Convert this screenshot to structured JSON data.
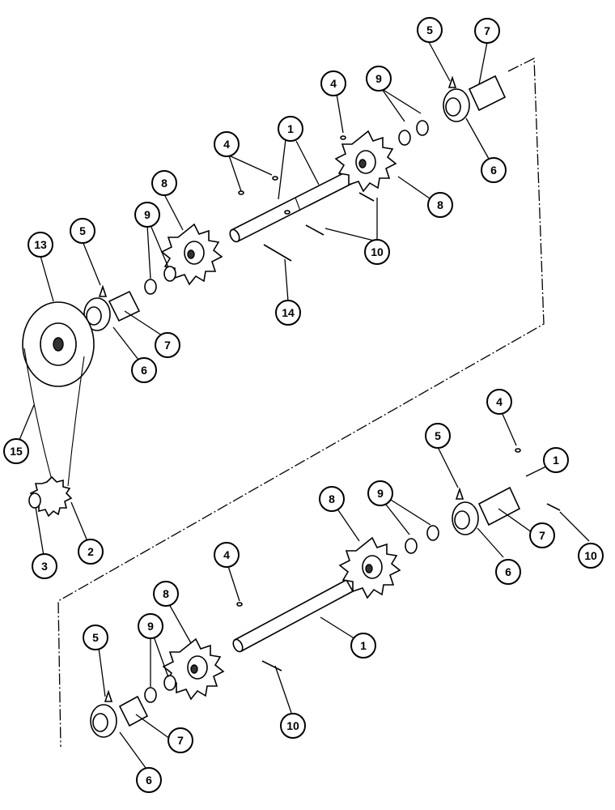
{
  "callouts": {
    "c1a": "1",
    "c1b": "1",
    "c1c": "1",
    "c2": "2",
    "c3": "3",
    "c4a": "4",
    "c4b": "4",
    "c4c": "4",
    "c4d": "4",
    "c5a": "5",
    "c5b": "5",
    "c5c": "5",
    "c5d": "5",
    "c6a": "6",
    "c6b": "6",
    "c6c": "6",
    "c6d": "6",
    "c7a": "7",
    "c7b": "7",
    "c7c": "7",
    "c7d": "7",
    "c8a": "8",
    "c8b": "8",
    "c8c": "8",
    "c8d": "8",
    "c9a": "9",
    "c9b": "9",
    "c9c": "9",
    "c9d": "9",
    "c10a": "10",
    "c10b": "10",
    "c10c": "10",
    "c13": "13",
    "c14": "14",
    "c15": "15"
  }
}
